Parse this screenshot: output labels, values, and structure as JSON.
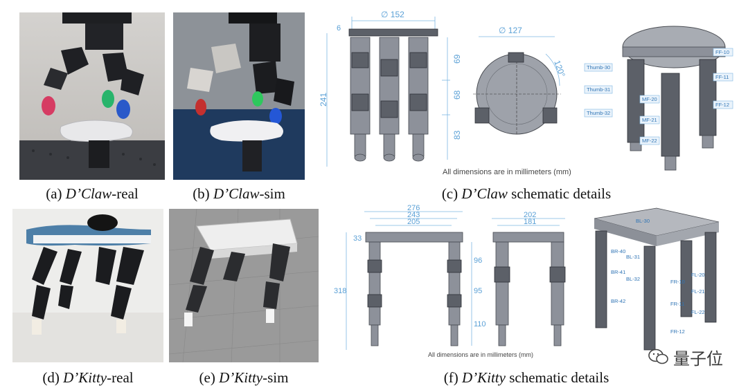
{
  "captions": {
    "a": {
      "prefix": "(a) ",
      "name": "D’Claw",
      "suffix": "-real"
    },
    "b": {
      "prefix": "(b) ",
      "name": "D’Claw",
      "suffix": "-sim"
    },
    "c": {
      "prefix": "(c) ",
      "name": "D’Claw",
      "suffix": " schematic details"
    },
    "d": {
      "prefix": "(d) ",
      "name": "D’Kitty",
      "suffix": "-real"
    },
    "e": {
      "prefix": "(e) ",
      "name": "D’Kitty",
      "suffix": "-sim"
    },
    "f": {
      "prefix": "(f) ",
      "name": "D’Kitty",
      "suffix": " schematic details"
    }
  },
  "claw_schematic": {
    "dims": {
      "width": "∅ 152",
      "six": "6",
      "height": "241",
      "seg1": "69",
      "seg2": "68",
      "seg3": "83",
      "base": "∅ 127",
      "angle": "120°"
    },
    "labels_left": [
      "Thumb-30",
      "Thumb-31",
      "Thumb-32"
    ],
    "labels_mid": [
      "MF-20",
      "MF-21",
      "MF-22"
    ],
    "labels_right": [
      "FF-10",
      "FF-11",
      "FF-12"
    ],
    "note": "All dimensions are in millimeters (mm)"
  },
  "kitty_schematic": {
    "dims": {
      "w1": "276",
      "w2": "243",
      "w3": "205",
      "h": "318",
      "top": "33",
      "seg1": "96",
      "seg2": "95",
      "seg3": "110",
      "w4": "202",
      "w5": "181"
    },
    "labels": [
      "BL-30",
      "BR-40",
      "BL-31",
      "BR-41",
      "BL-32",
      "BR-42",
      "FL-20",
      "FR-10",
      "FL-21",
      "FR-11",
      "FL-22",
      "FR-12"
    ],
    "note": "All dimensions are in millimeters (mm)"
  },
  "watermark": {
    "text": "量子位"
  }
}
